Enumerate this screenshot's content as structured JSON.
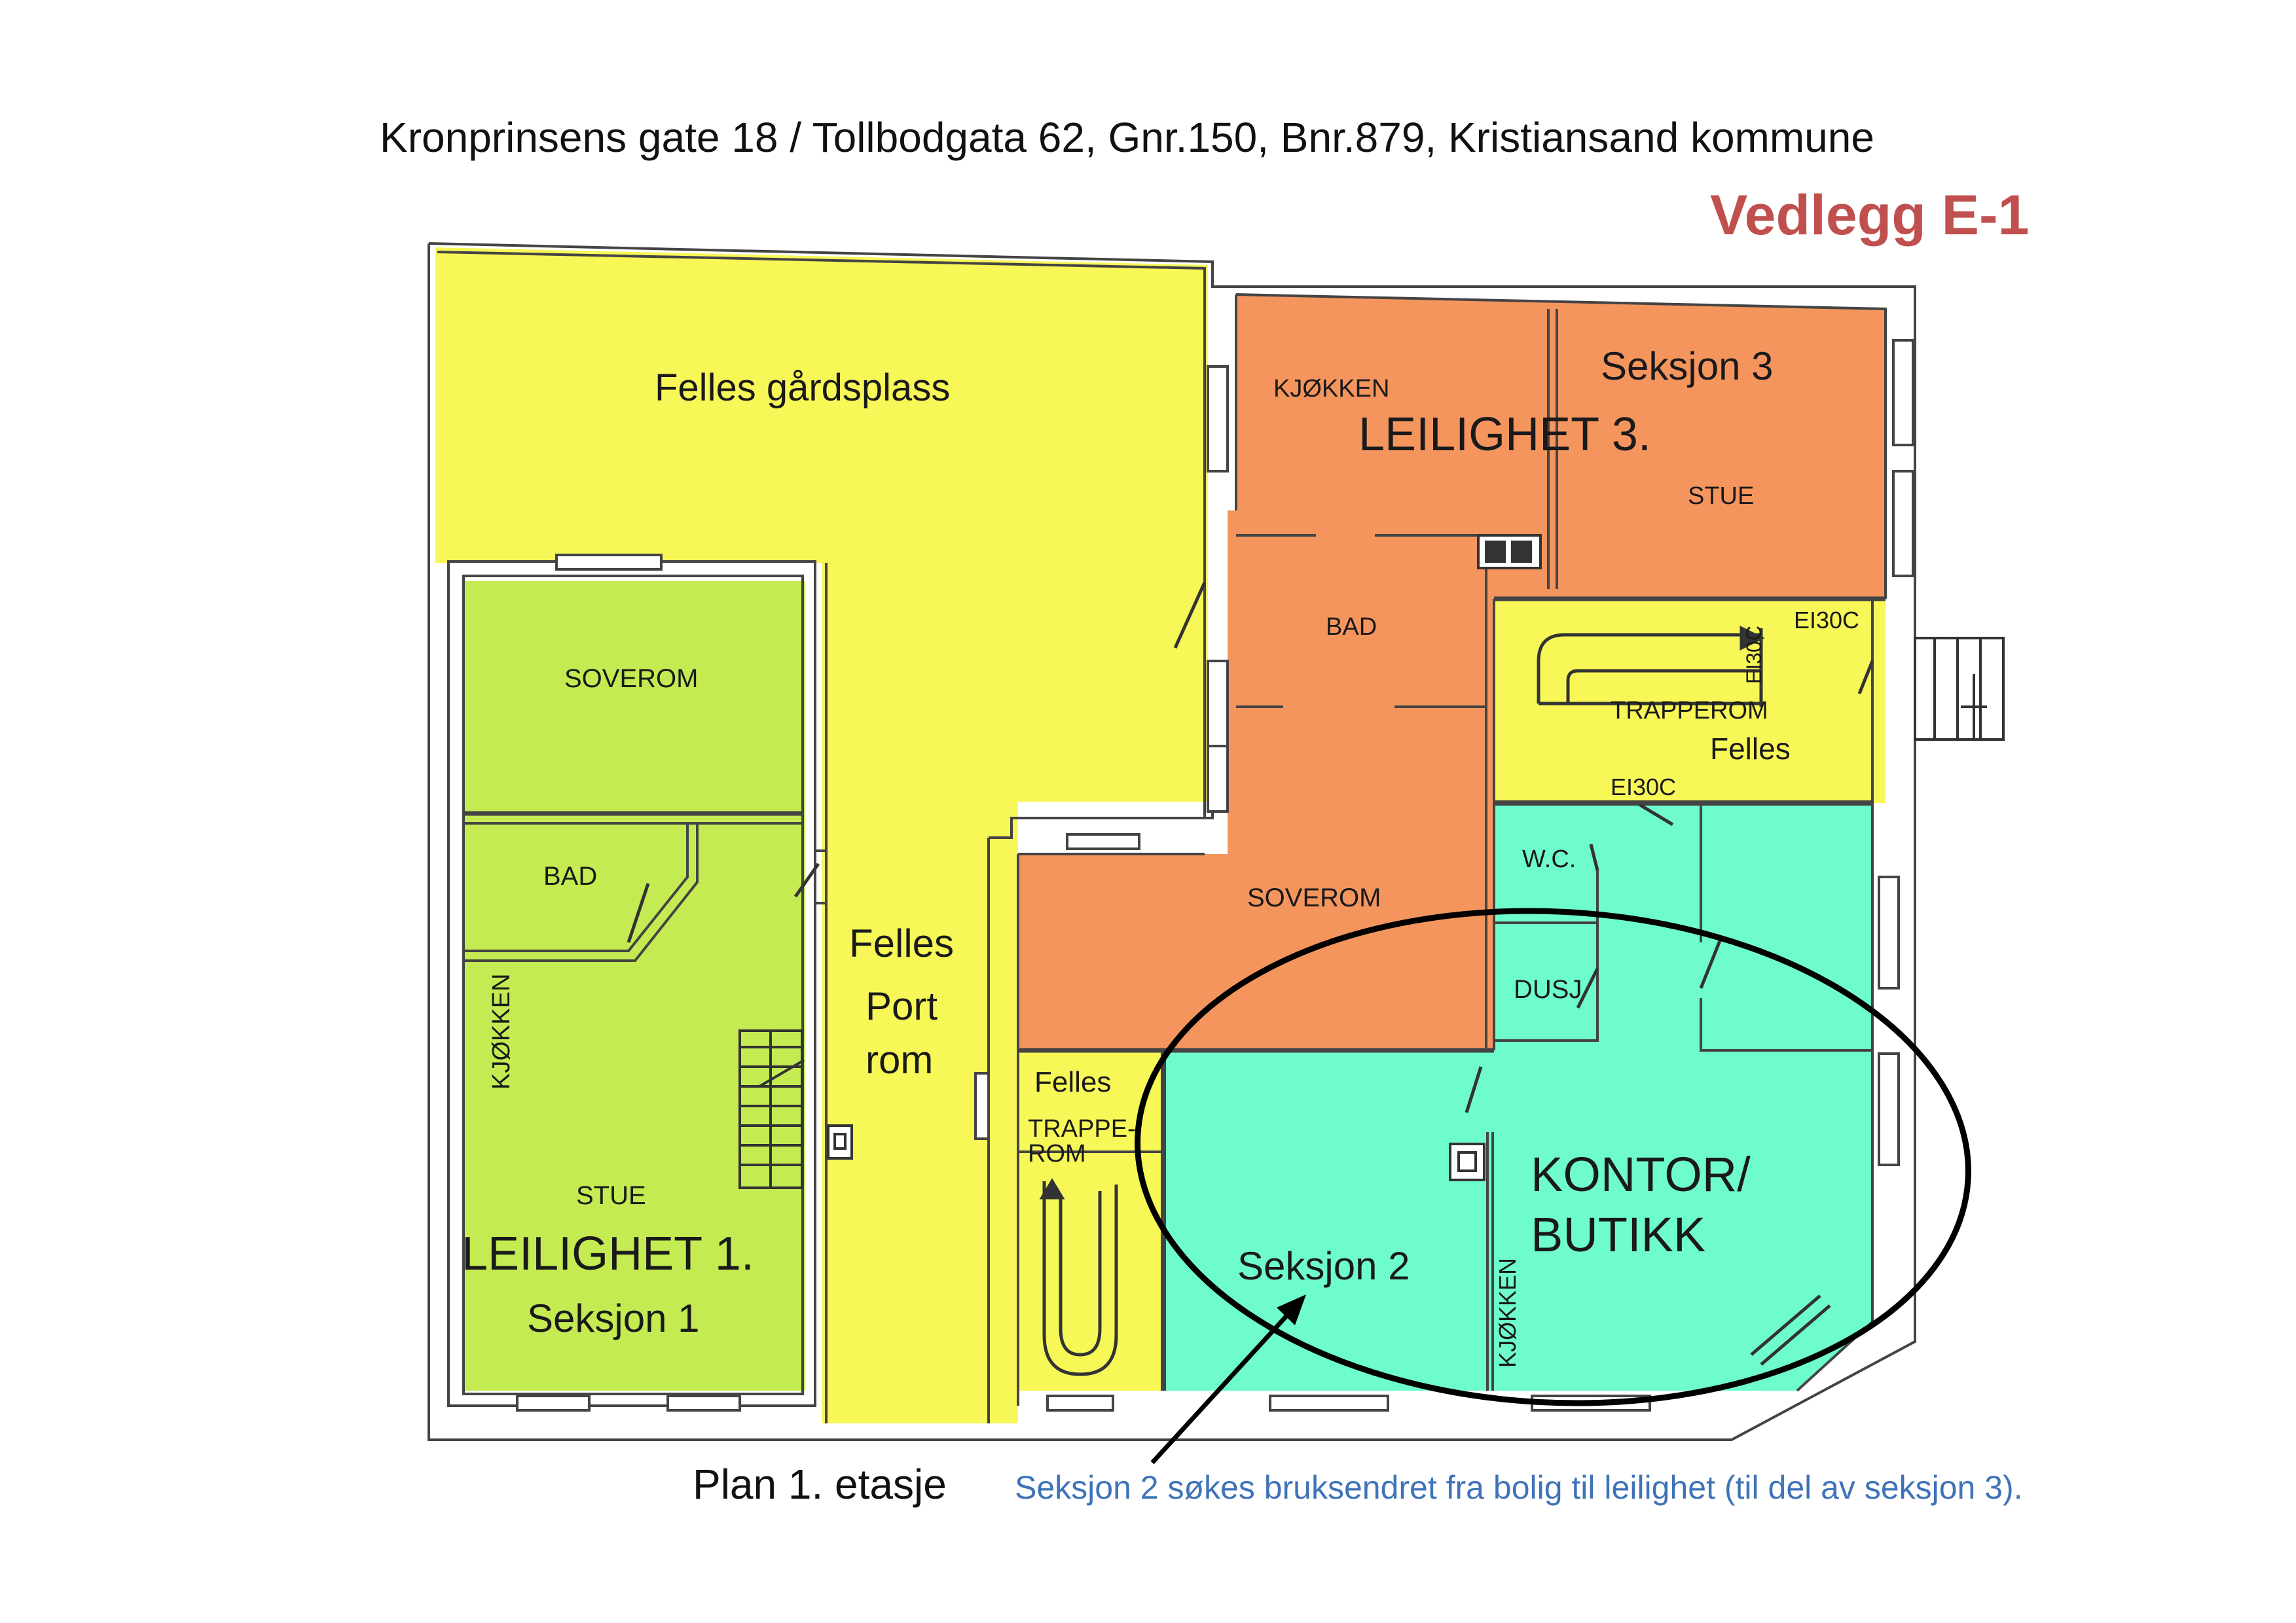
{
  "header": {
    "address": "Kronprinsens gate 18 / Tollbodgata 62, Gnr.150, Bnr.879, Kristiansand kommune",
    "attachment": "Vedlegg E-1"
  },
  "rooms": {
    "courtyard": "Felles gårdsplass",
    "apt3_kitchen": "KJØKKEN",
    "apt3_title": "LEILIGHET 3.",
    "apt3_section": "Seksjon 3",
    "apt3_living": "STUE",
    "apt3_bath": "BAD",
    "apt3_bedroom": "SOVEROM",
    "stair_room": "TRAPPEROM",
    "stair_common": "Felles",
    "fire_rating_top": "EI30C",
    "fire_rating_vertical": "EI30C",
    "fire_rating_bottom": "EI30C",
    "apt1_bedroom": "SOVEROM",
    "apt1_bath": "BAD",
    "apt1_kitchen": "KJØKKEN",
    "apt1_living": "STUE",
    "apt1_title": "LEILIGHET 1.",
    "apt1_section": "Seksjon 1",
    "gate_line1": "Felles",
    "gate_line2": "Port",
    "gate_line3": "rom",
    "small_stair_common": "Felles",
    "small_stair_line1": "TRAPPE-",
    "small_stair_line2": "ROM",
    "wc": "W.C.",
    "shower": "DUSJ",
    "office_line1": "KONTOR/",
    "office_line2": "BUTIKK",
    "section2": "Seksjon 2",
    "sec2_kitchen": "KJØKKEN"
  },
  "footer": {
    "plan_label": "Plan 1. etasje",
    "note": "Seksjon 2 søkes bruksendret fra bolig til leilighet (til del av seksjon 3)."
  },
  "colors": {
    "common_yellow": "#F7F758",
    "apartment1_green": "#C4EC52",
    "apartment3_orange": "#F5955E",
    "section2_teal": "#6EFCCC",
    "attachment_red": "#C0504D",
    "note_blue": "#3F73B8"
  }
}
